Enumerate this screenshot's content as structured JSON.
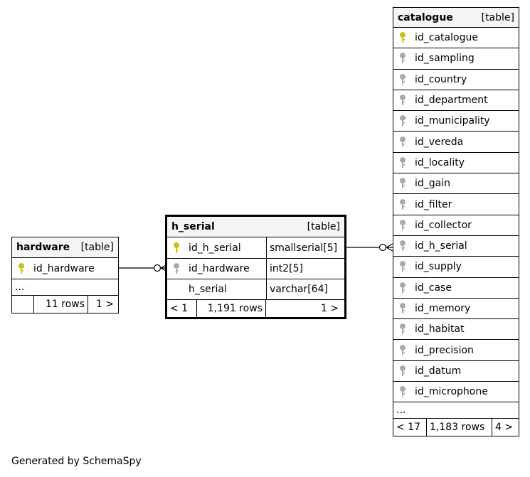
{
  "tables": {
    "hardware": {
      "name": "hardware",
      "kind": "[table]",
      "columns": [
        {
          "name": "id_hardware",
          "key": "pk"
        }
      ],
      "ellipsis": "...",
      "footer": {
        "prev": "",
        "rows": "11 rows",
        "next": "1 >"
      }
    },
    "h_serial": {
      "name": "h_serial",
      "kind": "[table]",
      "columns": [
        {
          "name": "id_h_serial",
          "type": "smallserial[5]",
          "key": "pk"
        },
        {
          "name": "id_hardware",
          "type": "int2[5]",
          "key": "fk"
        },
        {
          "name": "h_serial",
          "type": "varchar[64]",
          "key": ""
        }
      ],
      "footer": {
        "prev": "< 1",
        "rows": "1,191 rows",
        "next": "1 >"
      }
    },
    "catalogue": {
      "name": "catalogue",
      "kind": "[table]",
      "columns": [
        {
          "name": "id_catalogue",
          "key": "pk"
        },
        {
          "name": "id_sampling",
          "key": "fk"
        },
        {
          "name": "id_country",
          "key": "fk"
        },
        {
          "name": "id_department",
          "key": "fk"
        },
        {
          "name": "id_municipality",
          "key": "fk"
        },
        {
          "name": "id_vereda",
          "key": "fk"
        },
        {
          "name": "id_locality",
          "key": "fk"
        },
        {
          "name": "id_gain",
          "key": "fk"
        },
        {
          "name": "id_filter",
          "key": "fk"
        },
        {
          "name": "id_collector",
          "key": "fk"
        },
        {
          "name": "id_h_serial",
          "key": "fk"
        },
        {
          "name": "id_supply",
          "key": "fk"
        },
        {
          "name": "id_case",
          "key": "fk"
        },
        {
          "name": "id_memory",
          "key": "fk"
        },
        {
          "name": "id_habitat",
          "key": "fk"
        },
        {
          "name": "id_precision",
          "key": "fk"
        },
        {
          "name": "id_datum",
          "key": "fk"
        },
        {
          "name": "id_microphone",
          "key": "fk"
        }
      ],
      "ellipsis": "...",
      "footer": {
        "prev": "< 17",
        "rows": "1,183 rows",
        "next": "4 >"
      }
    }
  },
  "colors": {
    "pk_key": "#d4c400",
    "fk_key": "#aaaaaa",
    "header_bg": "#f5f5f5"
  },
  "footer_text": "Generated by SchemaSpy"
}
